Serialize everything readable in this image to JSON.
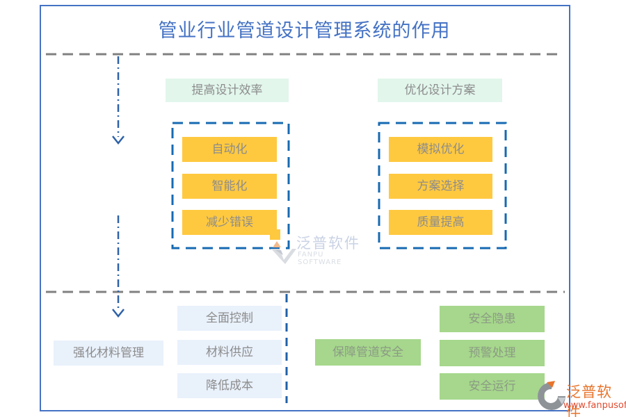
{
  "title": "管业行业管道设计管理系统的作用",
  "top_groups": [
    {
      "header": "提高设计效率",
      "items": [
        "自动化",
        "智能化",
        "减少错误"
      ]
    },
    {
      "header": "优化设计方案",
      "items": [
        "模拟优化",
        "方案选择",
        "质量提高"
      ]
    }
  ],
  "bottom_groups": [
    {
      "header": "强化材料管理",
      "items": [
        "全面控制",
        "材料供应",
        "降低成本"
      ]
    },
    {
      "header": "保障管道安全",
      "items": [
        "安全隐患",
        "预警处理",
        "安全运行"
      ]
    }
  ],
  "watermark": {
    "name": "泛普软件",
    "subtitle": "FANPU SOFTWARE"
  },
  "footer_logo": {
    "name": "泛普软件",
    "url": "www.fanpusoft.com"
  },
  "colors": {
    "accent_blue": "#4472C4",
    "dashed_group_blue": "#1669B2",
    "arrow_blue": "#2E61A8",
    "divider_gray": "#808080",
    "yellow": "#FFC93F",
    "mint": "#E2F6EC",
    "light_blue": "#E9F1FB",
    "green": "#A6D78C",
    "gray_text": "#8C8C8C",
    "logo_orange": "#E8742C",
    "logo_red": "#E04A2F"
  }
}
